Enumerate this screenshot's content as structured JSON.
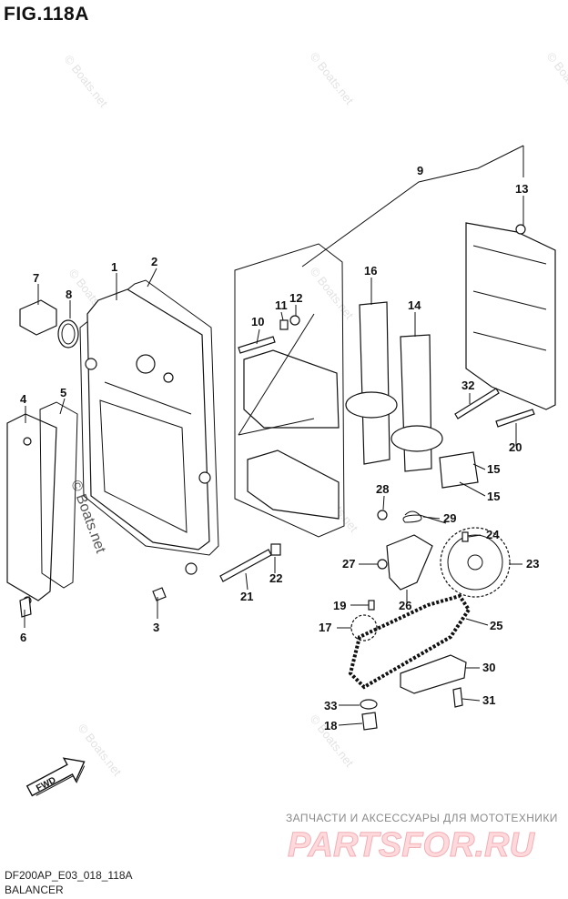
{
  "figure": {
    "title": "FIG.118A",
    "code": "DF200AP_E03_018_118A",
    "name": "BALANCER"
  },
  "watermark": {
    "text": "© Boats.net"
  },
  "branding": {
    "tagline": "ЗАПЧАСТИ И АКСЕССУАРЫ ДЛЯ МОТОТЕХНИКИ",
    "logo_text": "PARTSFOR.RU"
  },
  "direction_arrow": {
    "label": "FWD"
  },
  "callouts": [
    "1",
    "2",
    "3",
    "4",
    "5",
    "6",
    "7",
    "8",
    "9",
    "10",
    "11",
    "12",
    "13",
    "14",
    "15",
    "15",
    "16",
    "17",
    "18",
    "19",
    "20",
    "21",
    "22",
    "23",
    "24",
    "25",
    "26",
    "27",
    "28",
    "29",
    "30",
    "31",
    "32",
    "33"
  ]
}
